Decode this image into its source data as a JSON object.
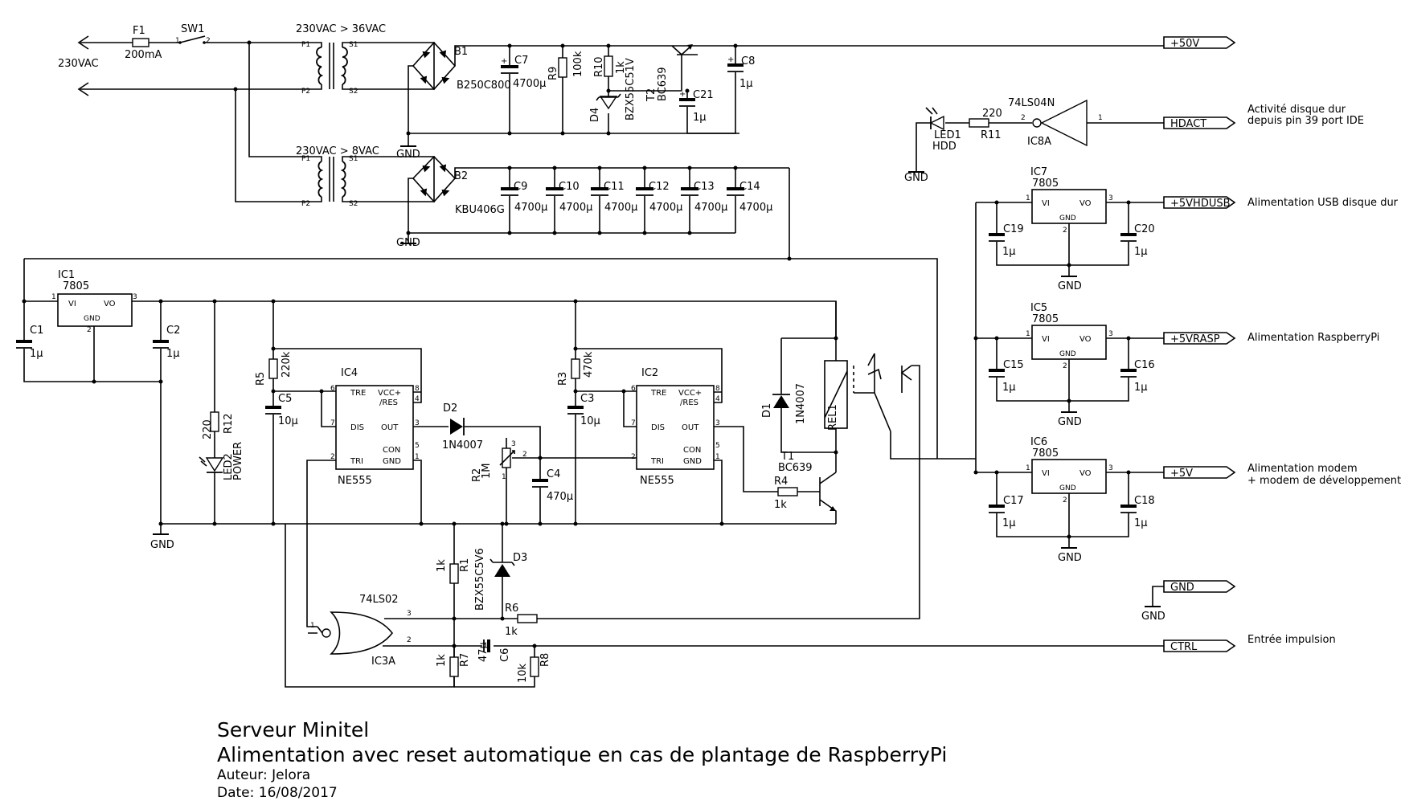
{
  "title_block": {
    "project": "Serveur Minitel",
    "subtitle": "Alimentation avec reset automatique en cas de plantage de RaspberryPi",
    "author": "Auteur: Jelora",
    "date": "Date: 16/08/2017"
  },
  "mains": {
    "label": "230VAC",
    "fuse": "F1",
    "fuse_value": "200mA",
    "switch": "SW1",
    "pin1": "1",
    "pin2": "2"
  },
  "transformers": [
    {
      "ratio": "230VAC > 36VAC",
      "p1": "P1",
      "p2": "P2",
      "s1": "S1",
      "s2": "S2"
    },
    {
      "ratio": "230VAC > 8VAC",
      "p1": "P1",
      "p2": "P2",
      "s1": "S1",
      "s2": "S2"
    }
  ],
  "bridges": [
    {
      "ref": "B1",
      "value": "B250C800"
    },
    {
      "ref": "B2",
      "value": "KBU406G"
    }
  ],
  "top_supply": {
    "c7": {
      "ref": "C7",
      "value": "4700µ"
    },
    "r9": {
      "ref": "R9",
      "value": "100k"
    },
    "r10": {
      "ref": "R10",
      "value": "1k"
    },
    "d4": {
      "ref": "D4",
      "value": "BZX55C51V"
    },
    "t2": {
      "ref": "T2",
      "value": "BC639"
    },
    "c21": {
      "ref": "C21",
      "value": "1µ"
    },
    "c8": {
      "ref": "C8",
      "value": "1µ"
    }
  },
  "filter_caps": [
    {
      "ref": "C9",
      "value": "4700µ"
    },
    {
      "ref": "C10",
      "value": "4700µ"
    },
    {
      "ref": "C11",
      "value": "4700µ"
    },
    {
      "ref": "C12",
      "value": "4700µ"
    },
    {
      "ref": "C13",
      "value": "4700µ"
    },
    {
      "ref": "C14",
      "value": "4700µ"
    }
  ],
  "ground_label": "GND",
  "regulator_pins": {
    "vi": "VI",
    "vo": "VO",
    "gnd": "GND",
    "p1": "1",
    "p2": "2",
    "p3": "3"
  },
  "ic1": {
    "ref": "IC1",
    "value": "7805",
    "c1": "C1",
    "c1v": "1µ",
    "c2": "C2",
    "c2v": "1µ"
  },
  "power_led": {
    "r_ref": "R12",
    "r_value": "220",
    "led_ref": "LED2",
    "led_name": "POWER"
  },
  "timer_pins": {
    "tre": "TRE",
    "vcc": "VCC+",
    "res": "/RES",
    "dis": "DIS",
    "out": "OUT",
    "con": "CON",
    "tri": "TRI",
    "gnd": "GND",
    "p1": "1",
    "p2": "2",
    "p3": "3",
    "p4": "4",
    "p5": "5",
    "p6": "6",
    "p7": "7",
    "p8": "8"
  },
  "ic4": {
    "ref": "IC4",
    "value": "NE555",
    "r5": "R5",
    "r5v": "220k",
    "c5": "C5",
    "c5v": "10µ"
  },
  "ic2": {
    "ref": "IC2",
    "value": "NE555",
    "r3": "R3",
    "r3v": "470k",
    "c3": "C3",
    "c3v": "10µ"
  },
  "d2": {
    "ref": "D2",
    "value": "1N4007"
  },
  "r2": {
    "ref": "R2",
    "value": "1M",
    "p1": "1",
    "p2": "2",
    "p3": "3"
  },
  "c4": {
    "ref": "C4",
    "value": "470µ"
  },
  "relay": {
    "d1": "D1",
    "d1v": "1N4007",
    "rel": "REL1",
    "t1": "T1",
    "t1v": "BC639",
    "r4": "R4",
    "r4v": "1k"
  },
  "reset_logic": {
    "gate_ref": "IC3A",
    "gate_value": "74LS02",
    "p1": "1",
    "p2": "2",
    "p3": "3",
    "r1": "R1",
    "r1v": "1k",
    "d3": "D3",
    "d3v": "BZX55C5V6",
    "r6": "R6",
    "r6v": "1k",
    "c6": "C6",
    "c6v": "47µ",
    "r7": "R7",
    "r7v": "1k",
    "r8": "R8",
    "r8v": "10k"
  },
  "hdd_activity": {
    "led_ref": "LED1",
    "led_name": "HDD",
    "r_ref": "R11",
    "r_value": "220",
    "gate_ref": "IC8A",
    "gate_value": "74LS04N",
    "p1": "1",
    "p2": "2"
  },
  "reg_ic7": {
    "ref": "IC7",
    "value": "7805",
    "cin": "C19",
    "cinv": "1µ",
    "cout": "C20",
    "coutv": "1µ"
  },
  "reg_ic5": {
    "ref": "IC5",
    "value": "7805",
    "cin": "C15",
    "cinv": "1µ",
    "cout": "C16",
    "coutv": "1µ"
  },
  "reg_ic6": {
    "ref": "IC6",
    "value": "7805",
    "cin": "C17",
    "cinv": "1µ",
    "cout": "C18",
    "coutv": "1µ"
  },
  "ports": [
    {
      "name": "+50V",
      "desc": ""
    },
    {
      "name": "HDACT",
      "desc": "Activité disque dur",
      "desc2": "depuis pin 39 port IDE"
    },
    {
      "name": "+5VHDUSB",
      "desc": "Alimentation USB disque dur"
    },
    {
      "name": "+5VRASP",
      "desc": "Alimentation RaspberryPi"
    },
    {
      "name": "+5V",
      "desc": "Alimentation modem",
      "desc2": "+ modem de développement"
    },
    {
      "name": "GND",
      "desc": ""
    },
    {
      "name": "CTRL",
      "desc": "Entrée impulsion"
    }
  ]
}
